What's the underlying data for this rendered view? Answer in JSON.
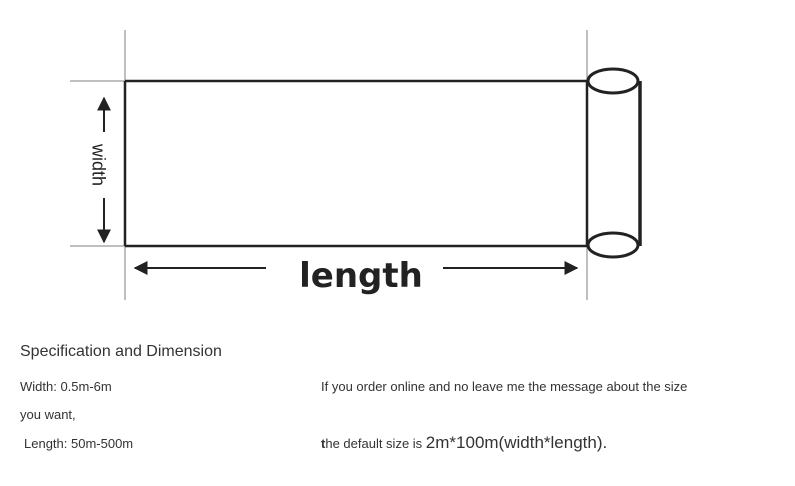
{
  "diagram": {
    "width_label": "width",
    "length_label": "length"
  },
  "spec": {
    "title": "Specification and Dimension",
    "width": "Width: 0.5m-6m",
    "length": "Length: 50m-500m"
  },
  "note": {
    "line1": "If you order online and no leave me the message about the size",
    "line2": "you want,",
    "line3_bold": "t",
    "line3_small": "he default size is ",
    "line3_big": "2m*100m(width*length)."
  }
}
